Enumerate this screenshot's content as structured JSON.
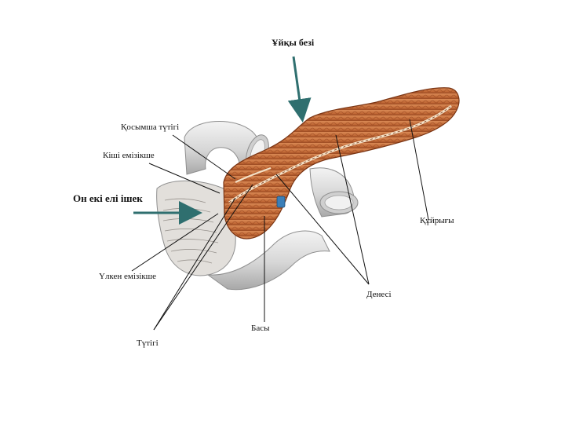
{
  "diagram": {
    "title": "Ұйқы безі",
    "labels": {
      "accessory_duct": "Қосымша түтігі",
      "minor_papilla": "Кіші емізікше",
      "duodenum": "Он екі елі ішек",
      "tail": "Құйрығы",
      "major_papilla": "Үлкен емізікше",
      "body": "Денесі",
      "head": "Басы",
      "duct": "Түтігі"
    }
  },
  "colors": {
    "pancreas": "#c8703e",
    "pancreas_dark": "#8a3f1c",
    "intestine": "#dcdcdc",
    "intestine_shadow": "#9e9e9e",
    "arrow": "#2f6f6f",
    "bile": "#3b7fb8"
  }
}
